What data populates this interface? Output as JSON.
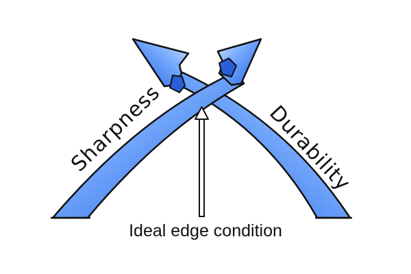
{
  "diagram": {
    "left_arrow_label": "Sharpness",
    "right_arrow_label": "Durability",
    "caption": "Ideal edge condition"
  },
  "colors": {
    "arrow_light": "#bcd6ff",
    "arrow_mid": "#5b93f5",
    "arrow_dark": "#1f4fc9",
    "outline": "#111111",
    "background": "#ffffff"
  },
  "icons": {
    "pointer": "up-arrow-icon"
  }
}
